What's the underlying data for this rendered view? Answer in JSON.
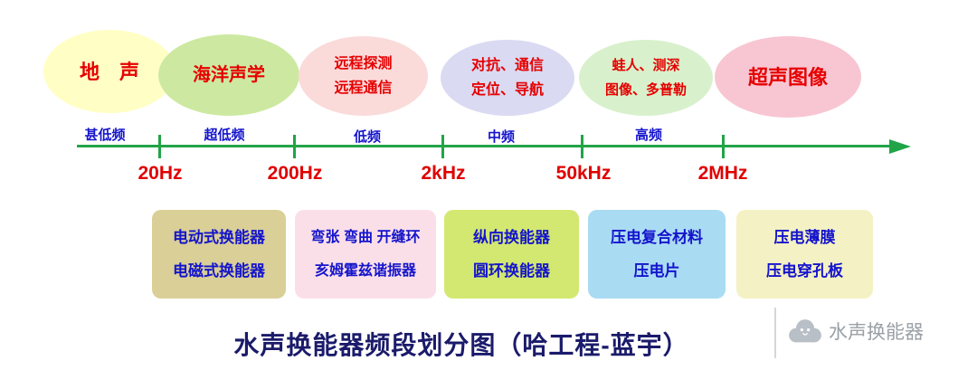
{
  "ellipses": [
    {
      "lines": [
        "地　声"
      ],
      "bg": "#ffffc5"
    },
    {
      "lines": [
        "海洋声学"
      ],
      "bg": "#cde9a1"
    },
    {
      "lines": [
        "远程探测",
        "远程通信"
      ],
      "bg": "#fbdada"
    },
    {
      "lines": [
        "对抗、通信",
        "定位、导航"
      ],
      "bg": "#dadaf2"
    },
    {
      "lines": [
        "蛙人、测深",
        "图像、多普勒"
      ],
      "bg": "#d8f1cc"
    },
    {
      "lines": [
        "超声图像"
      ],
      "bg": "#f8c6d2"
    }
  ],
  "axis": {
    "bands": [
      "甚低频",
      "超低频",
      "低频",
      "中频",
      "高频"
    ],
    "frequencies": [
      "20Hz",
      "200Hz",
      "2kHz",
      "50kHz",
      "2MHz"
    ],
    "color": "#21a447"
  },
  "boxes": [
    {
      "lines": [
        "电动式换能器",
        "电磁式换能器"
      ],
      "bg": "#d9cf97"
    },
    {
      "lines": [
        "弯张 弯曲 开缝环",
        "亥姆霍兹谐振器"
      ],
      "bg": "#fadfe9"
    },
    {
      "lines": [
        "纵向换能器",
        "圆环换能器"
      ],
      "bg": "#d3e870"
    },
    {
      "lines": [
        "压电复合材料",
        "压电片"
      ],
      "bg": "#a9dbf3"
    },
    {
      "lines": [
        "压电薄膜",
        "压电穿孔板"
      ],
      "bg": "#f4f1c4"
    }
  ],
  "title": "水声换能器频段划分图（哈工程-蓝宇）",
  "watermark": {
    "text": "水声换能器",
    "icon": "cloud-logo"
  },
  "colors": {
    "ellipse_text": "#e60000",
    "frequency_text": "#e00000",
    "band_text": "#1414cc",
    "box_text": "#1414cc",
    "title_text": "#1b1b6b",
    "axis_green": "#21a447",
    "watermark_gray": "#9aa0a6"
  }
}
